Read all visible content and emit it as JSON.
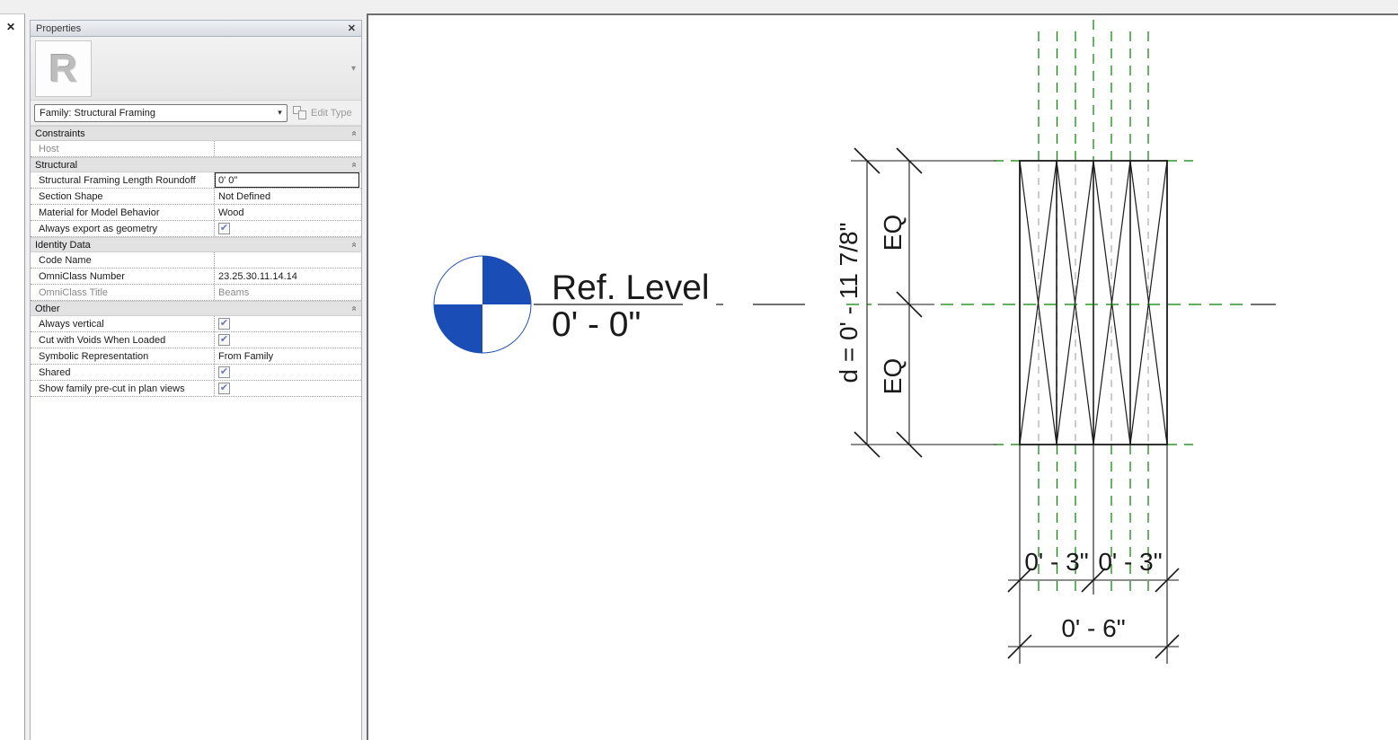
{
  "glyphs": {
    "close": "✕",
    "dropdown": "▾",
    "check": "✔",
    "collapse": "»",
    "logo": "R"
  },
  "properties_panel": {
    "title": "Properties",
    "family_selector_value": "Family: Structural Framing",
    "edit_type_label": "Edit Type",
    "sections": [
      {
        "label": "Constraints",
        "rows": [
          {
            "label": "Host",
            "value": ""
          }
        ]
      },
      {
        "label": "Structural",
        "rows": [
          {
            "label": "Structural Framing Length Roundoff",
            "value": "0'  0\""
          },
          {
            "label": "Section Shape",
            "value": "Not Defined"
          },
          {
            "label": "Material for Model Behavior",
            "value": "Wood"
          },
          {
            "label": "Always export as geometry",
            "value": "checked"
          }
        ]
      },
      {
        "label": "Identity Data",
        "rows": [
          {
            "label": "Code Name",
            "value": ""
          },
          {
            "label": "OmniClass Number",
            "value": "23.25.30.11.14.14"
          },
          {
            "label": "OmniClass Title",
            "value": "Beams"
          }
        ]
      },
      {
        "label": "Other",
        "rows": [
          {
            "label": "Always vertical",
            "value": "checked"
          },
          {
            "label": "Cut with Voids When Loaded",
            "value": "checked"
          },
          {
            "label": "Symbolic Representation",
            "value": "From Family"
          },
          {
            "label": "Shared",
            "value": "checked"
          },
          {
            "label": "Show family pre-cut in plan views",
            "value": "checked"
          }
        ]
      }
    ]
  },
  "drawing": {
    "level_name": "Ref. Level",
    "level_elevation": "0' - 0\"",
    "dim_depth": "d = 0' - 11 7/8\"",
    "dim_eq_top": "EQ",
    "dim_eq_bottom": "EQ",
    "dim_width_left": "0' - 3\"",
    "dim_width_right": "0' - 3\"",
    "dim_width_total": "0' - 6\"",
    "colors": {
      "reference_plane_green": "#008000",
      "level_head_blue": "#1a4db5",
      "hidden_line_gray": "#999999"
    }
  }
}
